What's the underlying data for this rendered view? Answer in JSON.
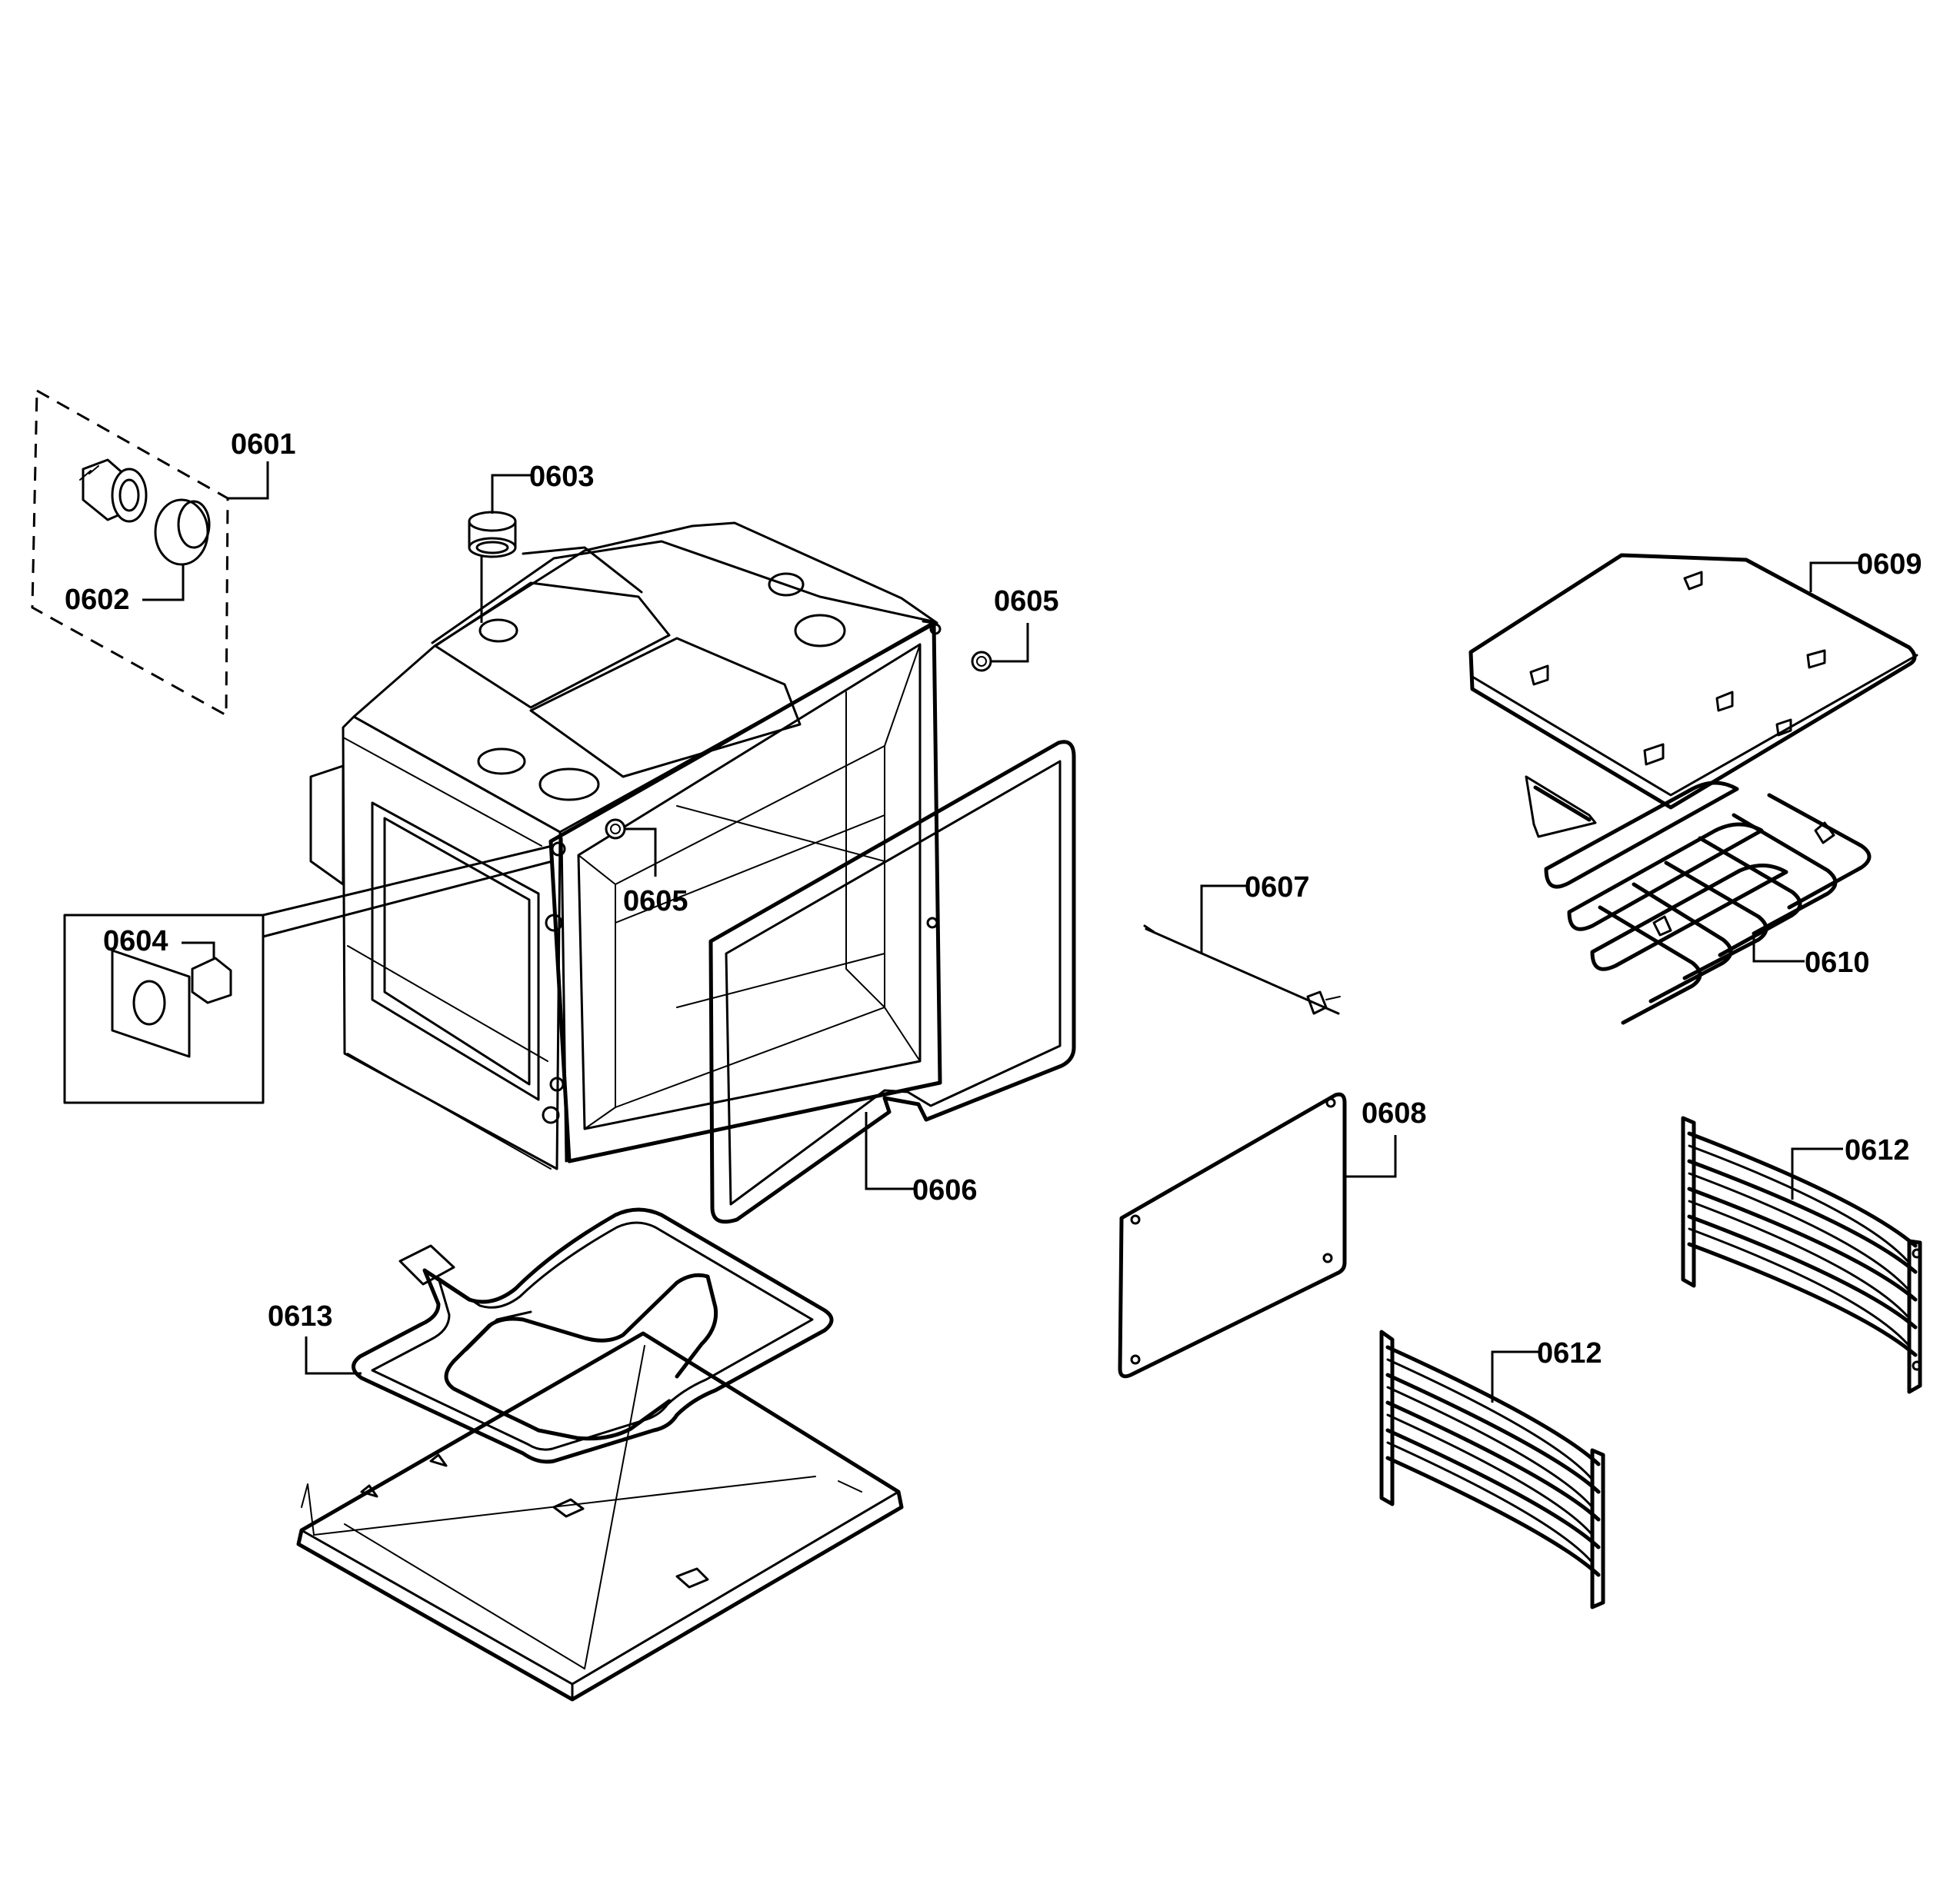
{
  "callouts": {
    "c0601": "0601",
    "c0602": "0602",
    "c0603": "0603",
    "c0604": "0604",
    "c0605a": "0605",
    "c0605b": "0605",
    "c0606": "0606",
    "c0607": "0607",
    "c0608": "0608",
    "c0609": "0609",
    "c0610": "0610",
    "c0612a": "0612",
    "c0612b": "0612",
    "c0613": "0613"
  }
}
